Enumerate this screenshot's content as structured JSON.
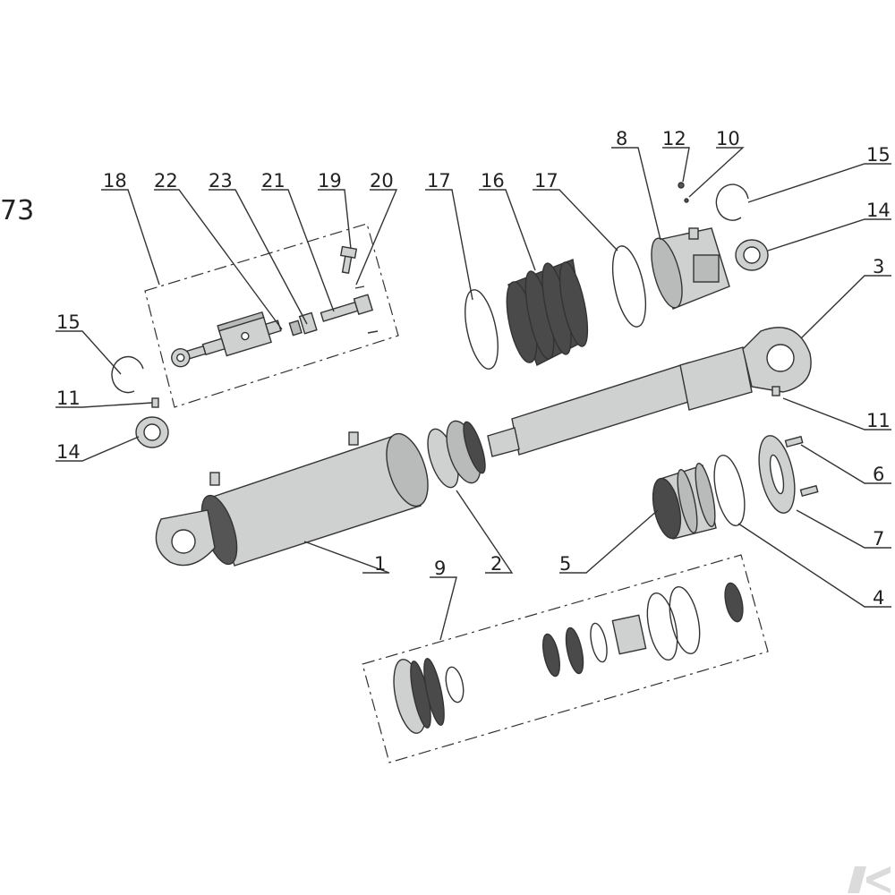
{
  "diagram": {
    "page_code": "73",
    "labels": {
      "p1": "1",
      "p2": "2",
      "p3": "3",
      "p4": "4",
      "p5": "5",
      "p6": "6",
      "p7": "7",
      "p8": "8",
      "p9": "9",
      "p10": "10",
      "p11a": "11",
      "p11b": "11",
      "p12": "12",
      "p14a": "14",
      "p14b": "14",
      "p15a": "15",
      "p15b": "15",
      "p16": "16",
      "p17a": "17",
      "p17b": "17",
      "p18": "18",
      "p19": "19",
      "p20": "20",
      "p21": "21",
      "p22": "22",
      "p23": "23"
    }
  },
  "colors": {
    "metal": "#cfd0d0",
    "rubber": "#4a4a4a",
    "line": "#333333"
  },
  "icons": {
    "watermark": "brand-logo-icon"
  }
}
